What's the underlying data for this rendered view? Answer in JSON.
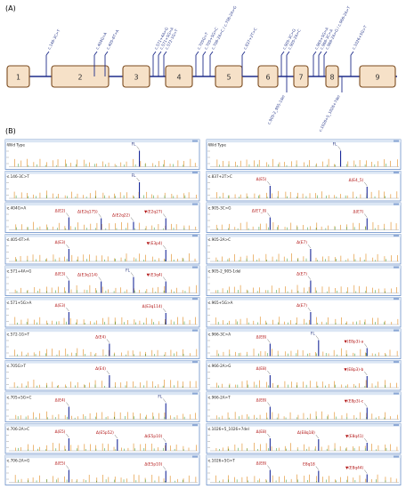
{
  "panel_a": {
    "label": "(A)",
    "exons": [
      "1",
      "2",
      "3",
      "4",
      "5",
      "6",
      "7",
      "8",
      "9"
    ],
    "variants_above": [
      {
        "label": "c.146-3C>T",
        "exon_gap": 1
      },
      {
        "label": "c.404G>A",
        "exon_gap": 2
      },
      {
        "label": "c.405-6T>A",
        "exon_gap": 2
      },
      {
        "label": "c.571+4A>G",
        "exon_gap": 3
      },
      {
        "label": "c.571+5G>A",
        "exon_gap": 3
      },
      {
        "label": "c.572-1G>T",
        "exon_gap": 3
      },
      {
        "label": "c.705G>T",
        "exon_gap": 4
      },
      {
        "label": "c.705+5G>C",
        "exon_gap": 4
      },
      {
        "label": "c.706-2A>C / c.706-2A>G",
        "exon_gap": 4
      },
      {
        "label": "c.837+2T>C",
        "exon_gap": 5
      },
      {
        "label": "c.905-3C>G",
        "exon_gap": 6
      },
      {
        "label": "c.905-2A>C",
        "exon_gap": 6
      },
      {
        "label": "c.965+5G>A",
        "exon_gap": 7
      },
      {
        "label": "c.966-3C>A",
        "exon_gap": 7
      },
      {
        "label": "c.966-2A>G / c.966-2A>T",
        "exon_gap": 7
      },
      {
        "label": "c.1026+5G>T",
        "exon_gap": 8
      }
    ],
    "variants_below": [
      {
        "label": "c.905-2_905-1del",
        "exon_gap": 6
      },
      {
        "label": "c.1026+5_1026+7del",
        "exon_gap": 8
      }
    ]
  },
  "panel_b": {
    "label": "(B)",
    "left_tracks": [
      {
        "title": "Wild Type",
        "annotations": [
          {
            "text": "FL",
            "color": "blue"
          }
        ]
      },
      {
        "title": "c.146-3C>T",
        "annotations": [
          {
            "text": "FL",
            "color": "blue"
          }
        ]
      },
      {
        "title": "c.404G>A",
        "annotations": [
          {
            "text": "Δ(E2)",
            "color": "red"
          },
          {
            "text": "Δ(E2q175)",
            "color": "red"
          },
          {
            "text": "Δ(E2q22)",
            "color": "red"
          },
          {
            "text": "▼(E2q27)",
            "color": "red"
          }
        ]
      },
      {
        "title": "c.405-6T>A",
        "annotations": [
          {
            "text": "Δ(E3)",
            "color": "red"
          },
          {
            "text": "▼(E3p4)",
            "color": "red"
          }
        ]
      },
      {
        "title": "c.571+4A>G",
        "annotations": [
          {
            "text": "Δ(E3)",
            "color": "red"
          },
          {
            "text": "Δ(E3q114)",
            "color": "red"
          },
          {
            "text": "FL",
            "color": "blue"
          },
          {
            "text": "▼(E3q4)",
            "color": "red"
          }
        ]
      },
      {
        "title": "c.571+5G>A",
        "annotations": [
          {
            "text": "Δ(E3)",
            "color": "red"
          },
          {
            "text": "Δ(E3q114)",
            "color": "red"
          }
        ]
      },
      {
        "title": "c.572-1G>T",
        "annotations": [
          {
            "text": "Δ(E4)",
            "color": "red"
          }
        ]
      },
      {
        "title": "c.705G>T",
        "annotations": [
          {
            "text": "Δ(E4)",
            "color": "red"
          }
        ]
      },
      {
        "title": "c.705+5G>C",
        "annotations": [
          {
            "text": "Δ(E4)",
            "color": "red"
          },
          {
            "text": "FL",
            "color": "blue"
          }
        ]
      },
      {
        "title": "c.706-2A>C",
        "annotations": [
          {
            "text": "Δ(E5)",
            "color": "red"
          },
          {
            "text": "Δ(E5p52)",
            "color": "red"
          },
          {
            "text": "Δ(E5p10)",
            "color": "red"
          }
        ]
      },
      {
        "title": "c.706-2A>G",
        "annotations": [
          {
            "text": "Δ(E5)",
            "color": "red"
          },
          {
            "text": "Δ(E5p10)",
            "color": "red"
          }
        ]
      }
    ],
    "right_tracks": [
      {
        "title": "Wild Type",
        "annotations": [
          {
            "text": "FL",
            "color": "blue"
          }
        ]
      },
      {
        "title": "c.837+2T>C",
        "annotations": [
          {
            "text": "Δ(E5)",
            "color": "red"
          },
          {
            "text": "Δ(E4_5)",
            "color": "red"
          }
        ]
      },
      {
        "title": "c.905-3C>G",
        "annotations": [
          {
            "text": "Δ(E7_8)",
            "color": "red"
          },
          {
            "text": "Δ(E7)",
            "color": "red"
          }
        ]
      },
      {
        "title": "c.905-2A>C",
        "annotations": [
          {
            "text": "Δ(E7)",
            "color": "red"
          }
        ]
      },
      {
        "title": "c.905-2_905-1del",
        "annotations": [
          {
            "text": "Δ(E7)",
            "color": "red"
          }
        ]
      },
      {
        "title": "c.965+5G>A",
        "annotations": [
          {
            "text": "Δ(E7)",
            "color": "red"
          }
        ]
      },
      {
        "title": "c.966-3C>A",
        "annotations": [
          {
            "text": "Δ(E8)",
            "color": "red"
          },
          {
            "text": "FL",
            "color": "blue"
          },
          {
            "text": "▼(E8p3)-a",
            "color": "red"
          }
        ]
      },
      {
        "title": "c.966-2A>G",
        "annotations": [
          {
            "text": "Δ(E8)",
            "color": "red"
          },
          {
            "text": "▼(E8p3)-b",
            "color": "red"
          }
        ]
      },
      {
        "title": "c.966-2A>T",
        "annotations": [
          {
            "text": "Δ(E8)",
            "color": "red"
          },
          {
            "text": "▼(E8p3)-c",
            "color": "red"
          }
        ]
      },
      {
        "title": "c.1026+5_1026+7del",
        "annotations": [
          {
            "text": "Δ(E8)",
            "color": "red"
          },
          {
            "text": "Δ(E8q18)",
            "color": "red"
          },
          {
            "text": "▼(E8q41)",
            "color": "red"
          }
        ]
      },
      {
        "title": "c.1026+5G>T",
        "annotations": [
          {
            "text": "Δ(E8)",
            "color": "red"
          },
          {
            "text": "E8q18",
            "color": "red"
          },
          {
            "text": "▼(E8q44)",
            "color": "red"
          }
        ]
      }
    ]
  },
  "colors": {
    "exon_fill": "#f6e1c8",
    "exon_stroke": "#7a4a1e",
    "backbone": "#1f2d8a",
    "frame_border": "#6a8fc8",
    "frame_header": "#dbe6f4",
    "peak_blue": "#1a2a9a",
    "peak_orange": "#e08a1e",
    "peak_green": "#2a9a2a",
    "annotation_red": "#b11212",
    "annotation_blue": "#1a2a7a"
  }
}
